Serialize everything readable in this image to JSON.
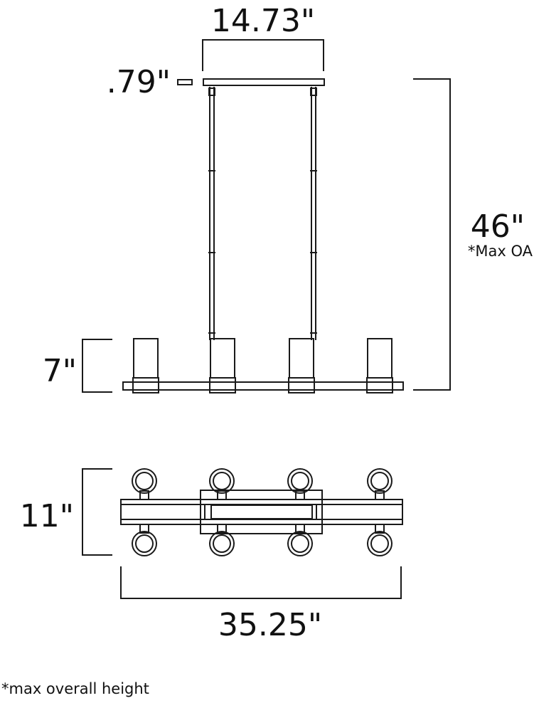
{
  "dimensions": {
    "canopy_width": "14.73\"",
    "canopy_height": ".79\"",
    "max_height": "46\"",
    "max_height_note": "*Max OA",
    "shade_height": "7\"",
    "depth": "11\"",
    "overall_length": "35.25\""
  },
  "footnote": "*max overall height",
  "fixture": {
    "lights": 4,
    "line_color": "#1a1a1a"
  }
}
